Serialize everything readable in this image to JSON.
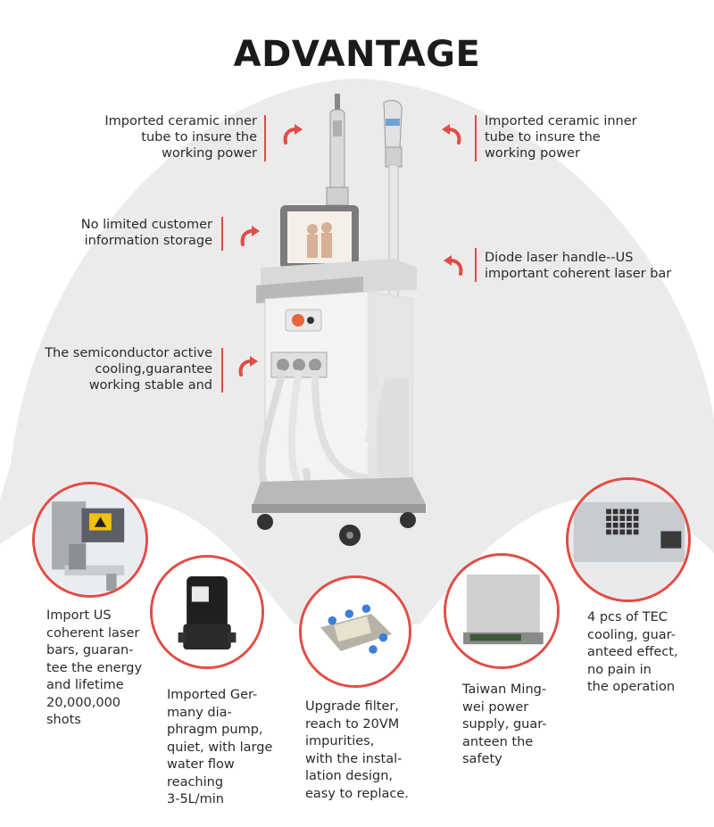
{
  "title": "ADVANTAGE",
  "colors": {
    "accent": "#e24c45",
    "background_arc": "#ebebeb",
    "text": "#2a2a2a"
  },
  "callouts": {
    "left_top": [
      "Imported ceramic inner",
      "tube to insure the",
      "working power"
    ],
    "left_mid": [
      "No limited customer",
      "information storage"
    ],
    "left_bottom": [
      "The semiconductor active",
      "cooling,guarantee",
      "working stable and"
    ],
    "right_top": [
      "Imported ceramic inner",
      "tube to insure the",
      "working power"
    ],
    "right_mid": [
      "Diode laser handle--US",
      "important coherent laser bar"
    ]
  },
  "features": [
    {
      "icon": "laser-bar-module",
      "caption": "Import US\ncoherent laser\nbars, guaran-\ntee the energy\nand lifetime\n20,000,000\nshots"
    },
    {
      "icon": "water-pump",
      "caption": "Imported Ger-\nmany dia-\nphragm pump,\nquiet, with large\nwater flow\nreaching\n3-5L/min"
    },
    {
      "icon": "filter",
      "caption": "Upgrade filter,\nreach to 20VM\nimpurities,\nwith the instal-\nlation design,\neasy to replace."
    },
    {
      "icon": "power-supply",
      "caption": "Taiwan Ming-\nwei power\nsupply, guar-\nanteen the\nsafety"
    },
    {
      "icon": "tec-cooler",
      "caption": "4 pcs of TEC\ncooling, guar-\nanteed effect,\nno pain in\nthe operation"
    }
  ]
}
